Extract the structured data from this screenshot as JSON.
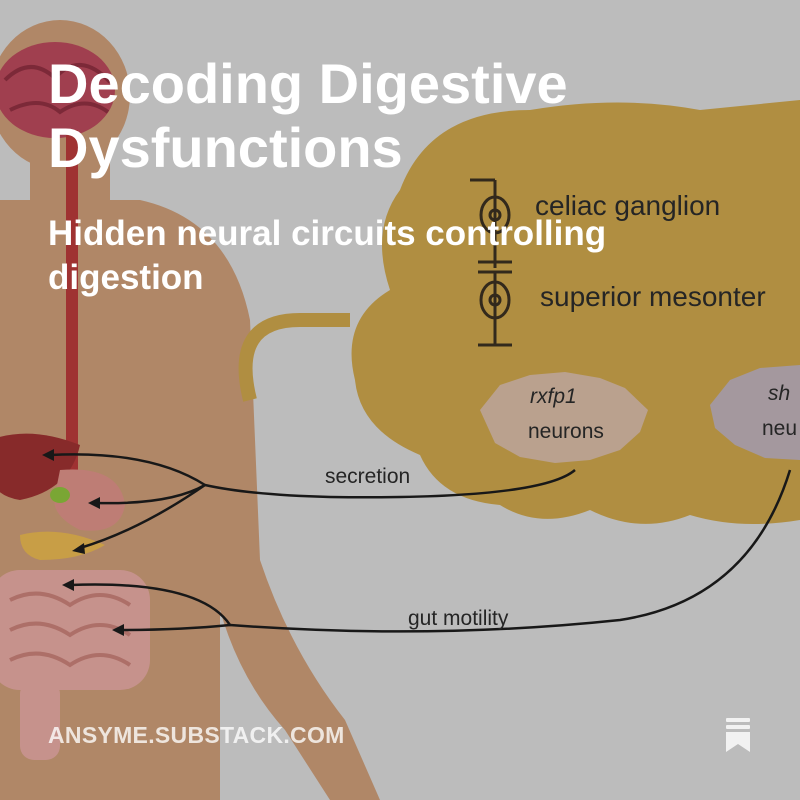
{
  "post": {
    "title": "Decoding Digestive Dysfunctions",
    "subtitle": "Hidden neural circuits controlling digestion",
    "publication_domain": "ANSYME.SUBSTACK.COM"
  },
  "diagram": {
    "labels": {
      "celiac": "celiac ganglion",
      "superior": "superior mesonter",
      "rxfp1": "rxfp1",
      "neurons_left": "neurons",
      "sh": "sh",
      "neu": "neu",
      "secretion": "secretion",
      "gut_motility": "gut motility"
    }
  },
  "icons": {
    "bookmark": "bookmark-icon"
  },
  "colors": {
    "ganglion_blob": "#c9a24a",
    "skin": "#c99a76",
    "text_white": "#ffffff"
  }
}
